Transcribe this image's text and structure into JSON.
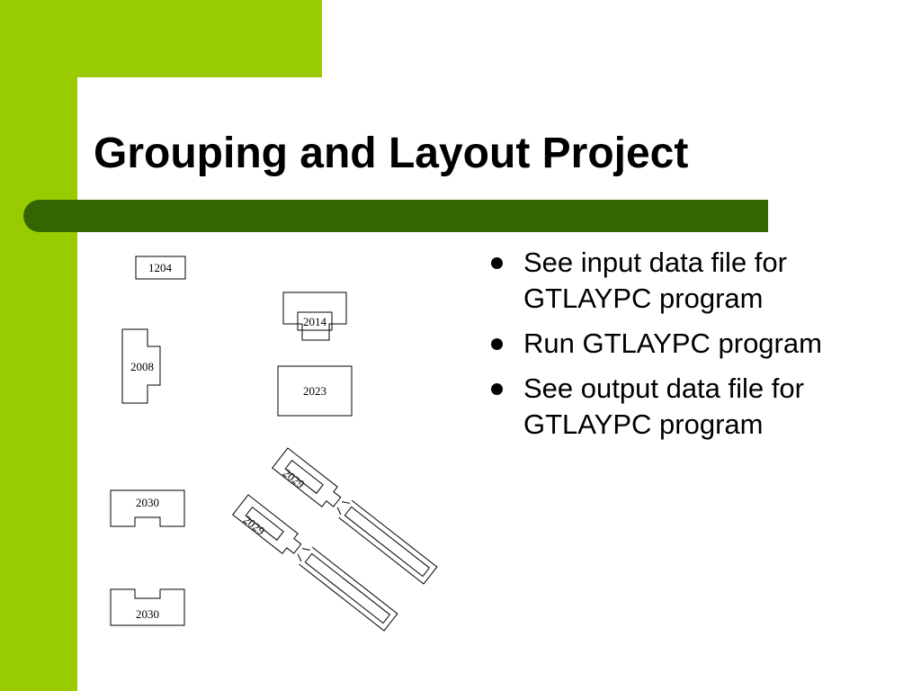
{
  "slide": {
    "title": "Grouping and Layout Project",
    "colors": {
      "accent_band": "#99cc00",
      "title_bar": "#336600",
      "background": "#ffffff",
      "text": "#000000"
    }
  },
  "bullets": [
    {
      "text": "See input data file for GTLAYPC program"
    },
    {
      "text": "Run GTLAYPC program"
    },
    {
      "text": "See output data file for GTLAYPC program"
    }
  ],
  "diagram": {
    "parts": [
      {
        "label": "1204"
      },
      {
        "label": "2014"
      },
      {
        "label": "2008"
      },
      {
        "label": "2023"
      },
      {
        "label": "2030"
      },
      {
        "label": "2030"
      },
      {
        "label": "2029"
      },
      {
        "label": "2029"
      }
    ]
  }
}
